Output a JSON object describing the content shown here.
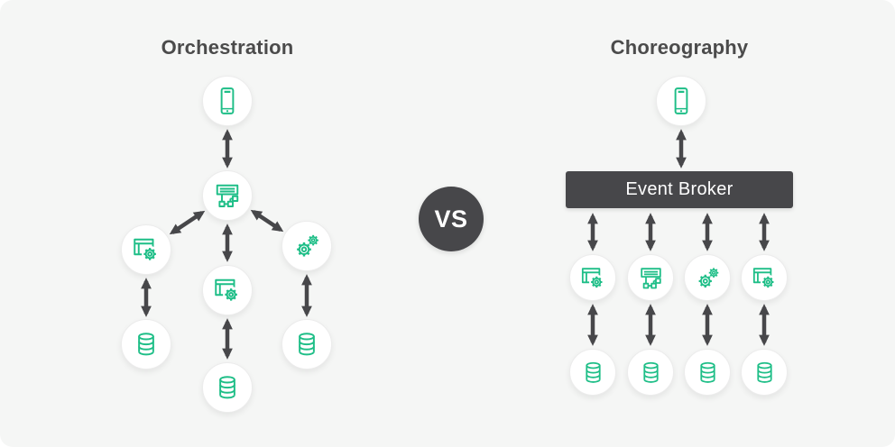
{
  "page": {
    "background": "#ffffff",
    "card_background": "#f5f6f5"
  },
  "colors": {
    "accent_green": "#1ebe87",
    "dark": "#47474a",
    "title_text": "#4b4b4b",
    "node_fill": "#ffffff",
    "node_border": "#ececec"
  },
  "vs_badge": {
    "label": "VS"
  },
  "orchestration": {
    "title": "Orchestration",
    "client_icon": "smartphone-icon",
    "orchestrator_icon": "orchestrator-flow-icon",
    "service_icons": [
      "web-app-gear-icon",
      "web-app-gear-icon",
      "gears-icon"
    ],
    "database_icons": [
      "database-icon",
      "database-icon",
      "database-icon"
    ]
  },
  "choreography": {
    "title": "Choreography",
    "client_icon": "smartphone-icon",
    "event_broker_label": "Event Broker",
    "service_icons": [
      "web-app-gear-icon",
      "orchestrator-flow-icon",
      "gears-icon",
      "web-app-gear-icon"
    ],
    "database_icons": [
      "database-icon",
      "database-icon",
      "database-icon",
      "database-icon"
    ]
  }
}
